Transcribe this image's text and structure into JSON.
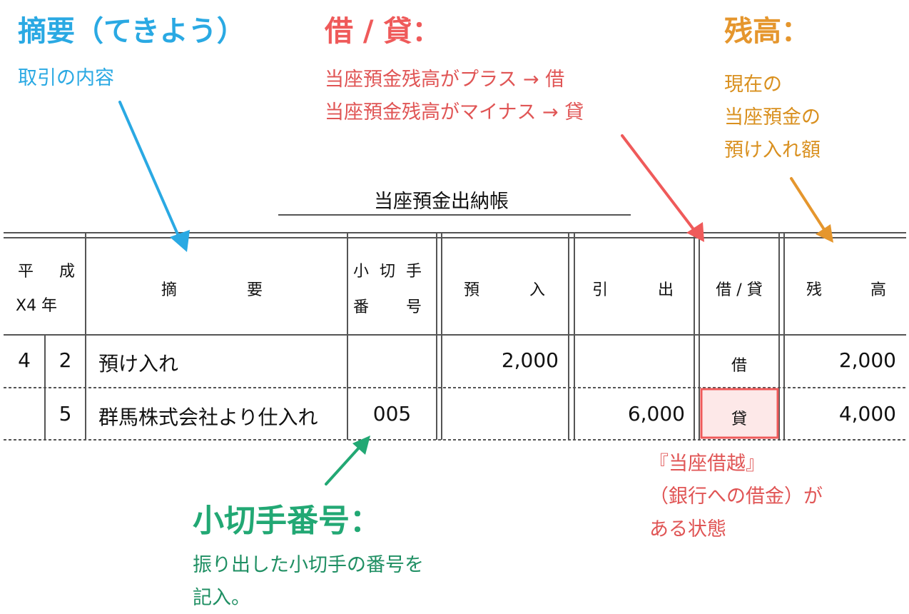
{
  "colors": {
    "blue": "#2aa9e3",
    "red": "#ef5a5a",
    "orange": "#e5962d",
    "green": "#22a874",
    "highlight_fill": "#fde8e8"
  },
  "annotations": {
    "summary": {
      "title": "摘要（てきよう）",
      "desc": "取引の内容"
    },
    "dr_cr": {
      "title": "借 / 貸：",
      "lines": [
        "当座預金残高がプラス → 借",
        "当座預金残高がマイナス → 貸"
      ]
    },
    "balance": {
      "title": "残高：",
      "lines": [
        "現在の",
        "当座預金の",
        "預け入れ額"
      ]
    },
    "check_no": {
      "title": "小切手番号：",
      "lines": [
        "振り出した小切手の番号を",
        "記入。"
      ]
    },
    "overdraft": {
      "lines": [
        "『当座借越』",
        "（銀行への借金）が",
        "ある状態"
      ]
    }
  },
  "ledger": {
    "title": "当座預金出納帳",
    "headers": {
      "era": [
        "平",
        "成"
      ],
      "year": "X4 年",
      "summary": [
        "摘",
        "要"
      ],
      "check_no_1": [
        "小",
        "切",
        "手"
      ],
      "check_no_2": [
        "番",
        "号"
      ],
      "deposit": [
        "預",
        "入"
      ],
      "withdrawal": [
        "引",
        "出"
      ],
      "dr_cr": "借 / 貸",
      "balance": [
        "残",
        "高"
      ]
    },
    "rows": [
      {
        "month": "4",
        "day": "2",
        "summary": "預け入れ",
        "check_no": "",
        "deposit": "2,000",
        "withdrawal": "",
        "dr_cr": "借",
        "balance": "2,000"
      },
      {
        "month": "",
        "day": "5",
        "summary": "群馬株式会社より仕入れ",
        "check_no": "005",
        "deposit": "",
        "withdrawal": "6,000",
        "dr_cr": "貸",
        "balance": "4,000"
      }
    ]
  }
}
